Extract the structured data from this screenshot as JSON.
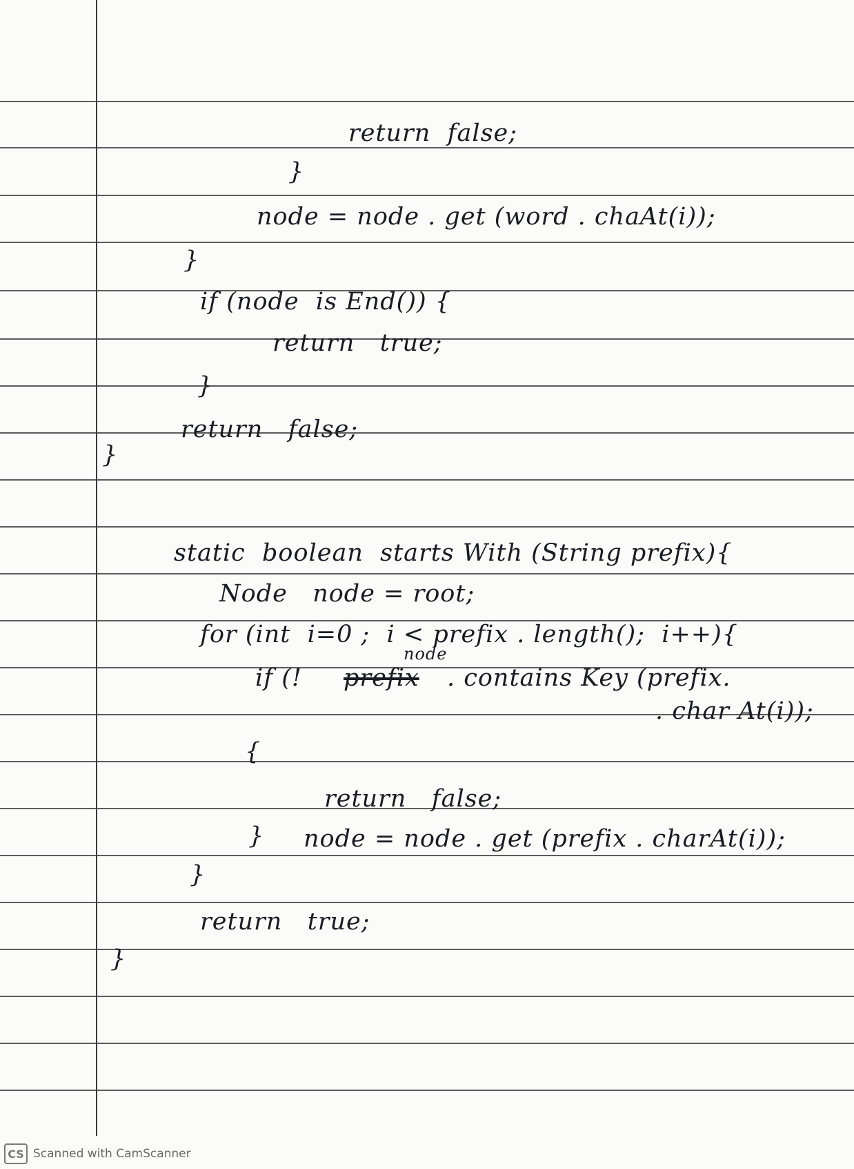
{
  "code_lines": [
    "return  false;",
    "}",
    "node = node . get (word . chaAt(i));",
    "}",
    "if (node  is End()) {",
    "return   true;",
    "}",
    "return   false;",
    "}",
    "static  boolean  starts With (String prefix){",
    "Node   node = root;",
    "for (int  i=0 ;  i < prefix . length();  i++){",
    "if (!",
    "prefix",
    "node",
    ". contains Key (prefix.",
    ". char At(i));",
    "{",
    "return   false;",
    "}",
    "node = node . get (prefix . charAt(i));",
    "}",
    "return   true;",
    "}"
  ],
  "footer": {
    "logo_text": "CS",
    "text": "Scanned with CamScanner"
  }
}
